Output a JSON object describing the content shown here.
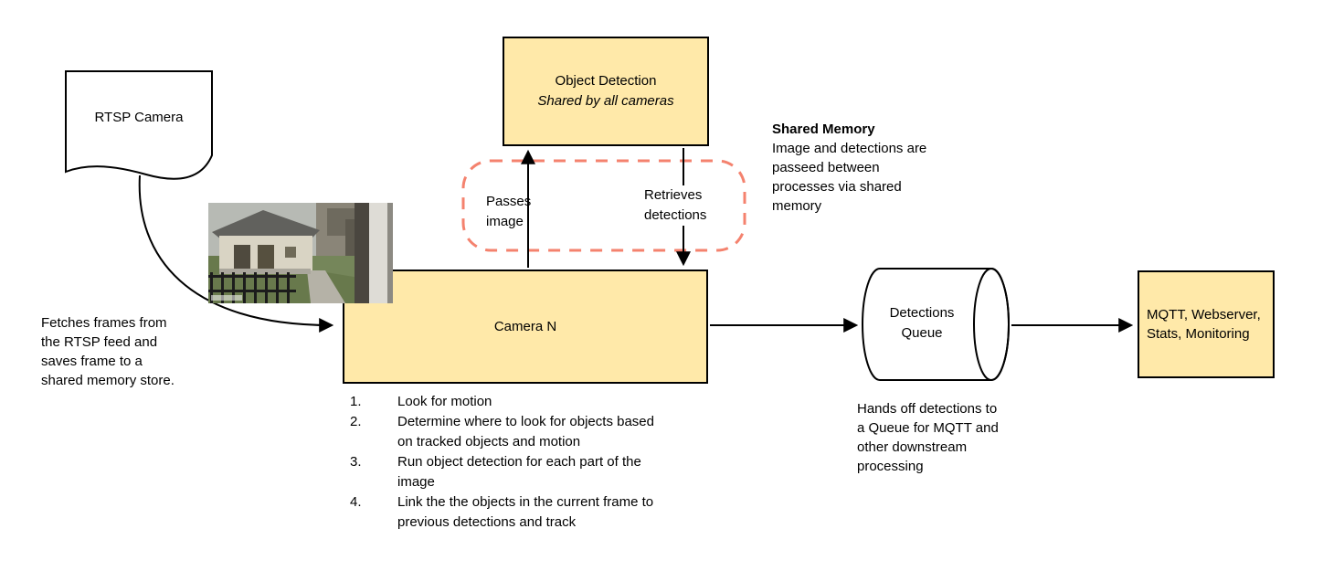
{
  "colors": {
    "box_fill": "#FFE9A9",
    "box_border": "#000000",
    "dashed_region": "#F4826E",
    "arrow": "#000000",
    "background": "#FFFFFF"
  },
  "nodes": {
    "rtsp_camera": "RTSP Camera",
    "object_detection_title": "Object Detection",
    "object_detection_subtitle": "Shared by all cameras",
    "camera_n": "Camera N",
    "detections_queue": "Detections\nQueue",
    "outputs": "MQTT, Webserver, Stats, Monitoring"
  },
  "labels": {
    "passes_image": "Passes\nimage",
    "retrieves_detections": "Retrieves\ndetections"
  },
  "notes": {
    "fetch": "Fetches frames from the RTSP feed and saves frame to a shared memory store.",
    "shared_memory_title": "Shared Memory",
    "shared_memory_body": "Image and detections are passeed between processes via shared memory",
    "queue_handoff": "Hands off detections to a Queue for MQTT and other downstream processing"
  },
  "camera_steps": [
    {
      "n": "1.",
      "text": "Look for motion"
    },
    {
      "n": "2.",
      "text": "Determine where to look for objects based on tracked objects and motion"
    },
    {
      "n": "3.",
      "text": "Run object detection for each part of the image"
    },
    {
      "n": "4.",
      "text": "Link the the objects in the current frame to previous detections and track"
    }
  ]
}
